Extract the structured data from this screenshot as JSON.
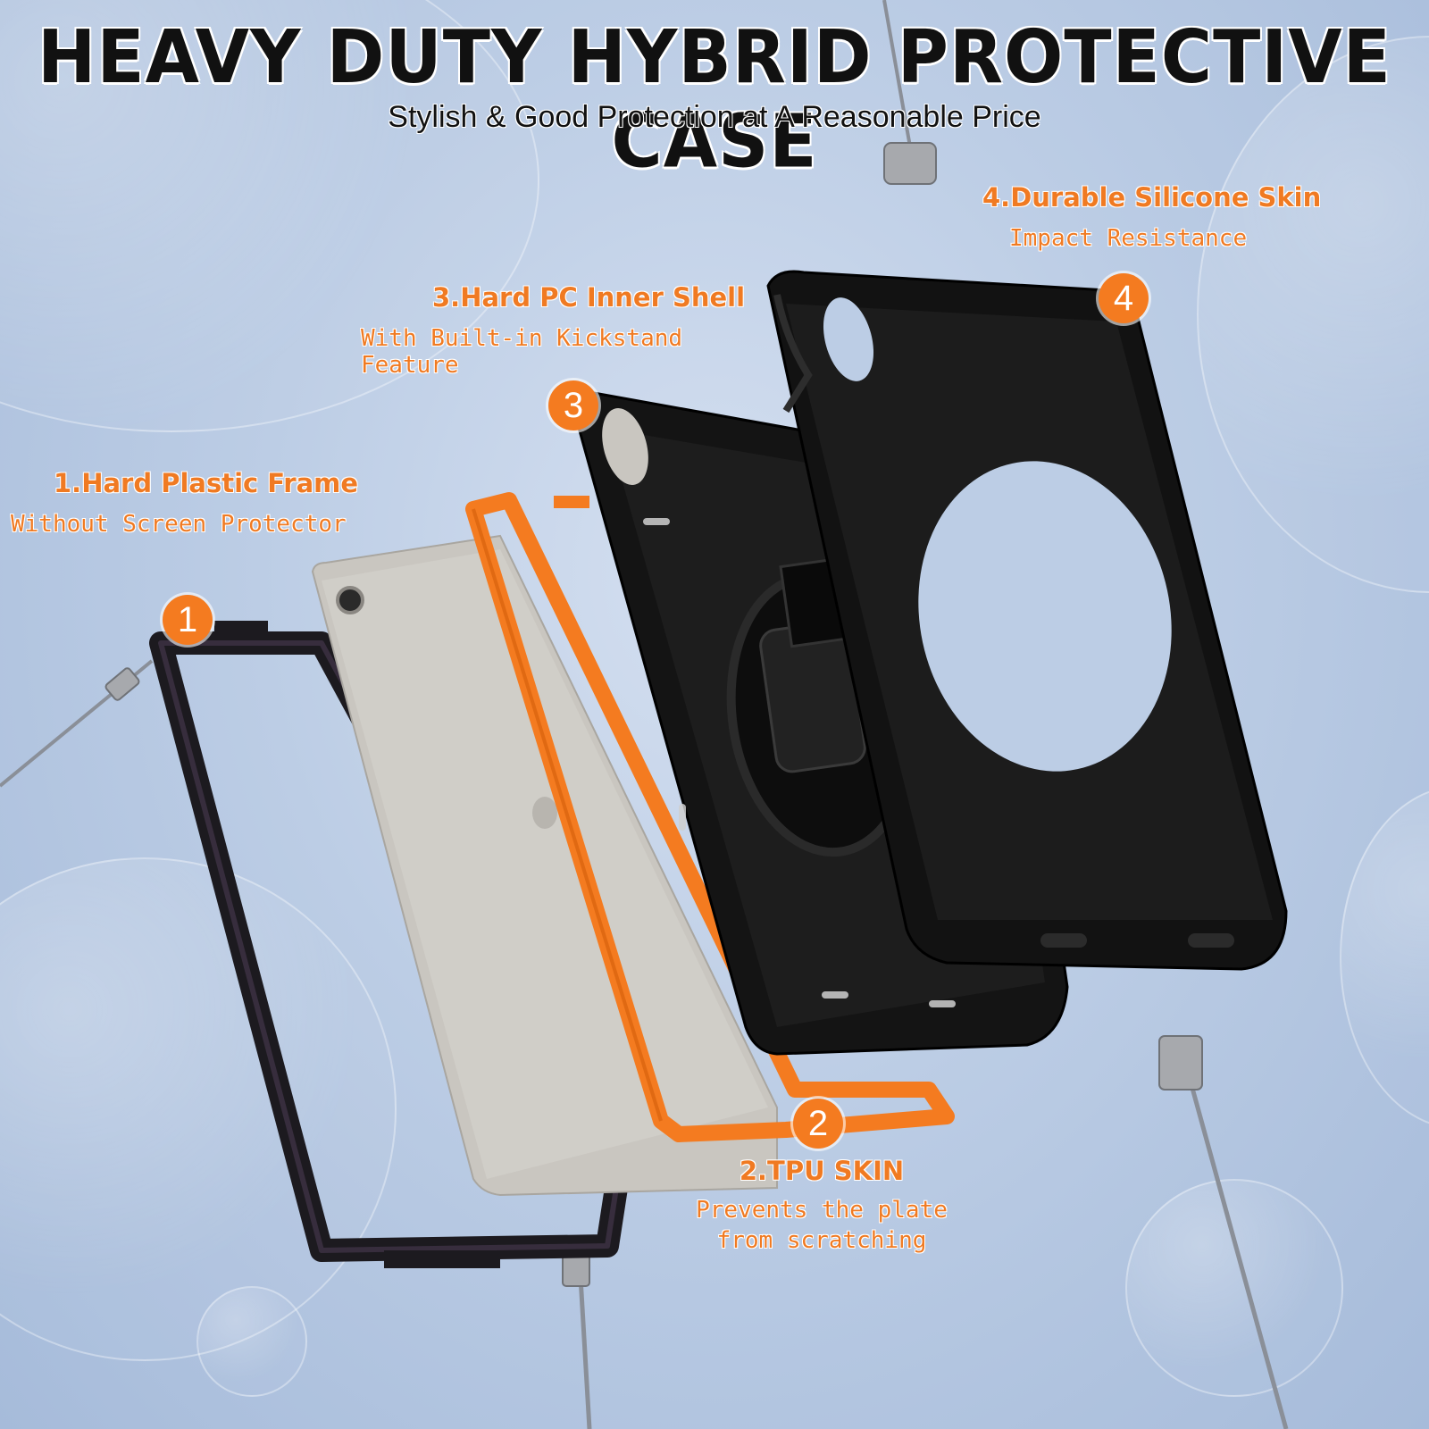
{
  "header": {
    "title": "HEAVY DUTY HYBRID PROTECTIVE CASE",
    "subtitle": "Stylish & Good Protection at A Reasonable Price"
  },
  "layers": [
    {
      "number": "1",
      "title": "1.Hard Plastic Frame",
      "desc": "Without Screen Protector"
    },
    {
      "number": "2",
      "title": "2.TPU SKIN",
      "desc": "Prevents the plate",
      "desc2": "from scratching"
    },
    {
      "number": "3",
      "title": "3.Hard PC Inner Shell",
      "desc": "With Built-in Kickstand Feature"
    },
    {
      "number": "4",
      "title": "4.Durable Silicone Skin",
      "desc": "Impact Resistance"
    }
  ],
  "colors": {
    "accent": "#f47b20",
    "heading": "#111111",
    "case_black": "#151515",
    "tablet_silver": "#c9c6c0"
  }
}
